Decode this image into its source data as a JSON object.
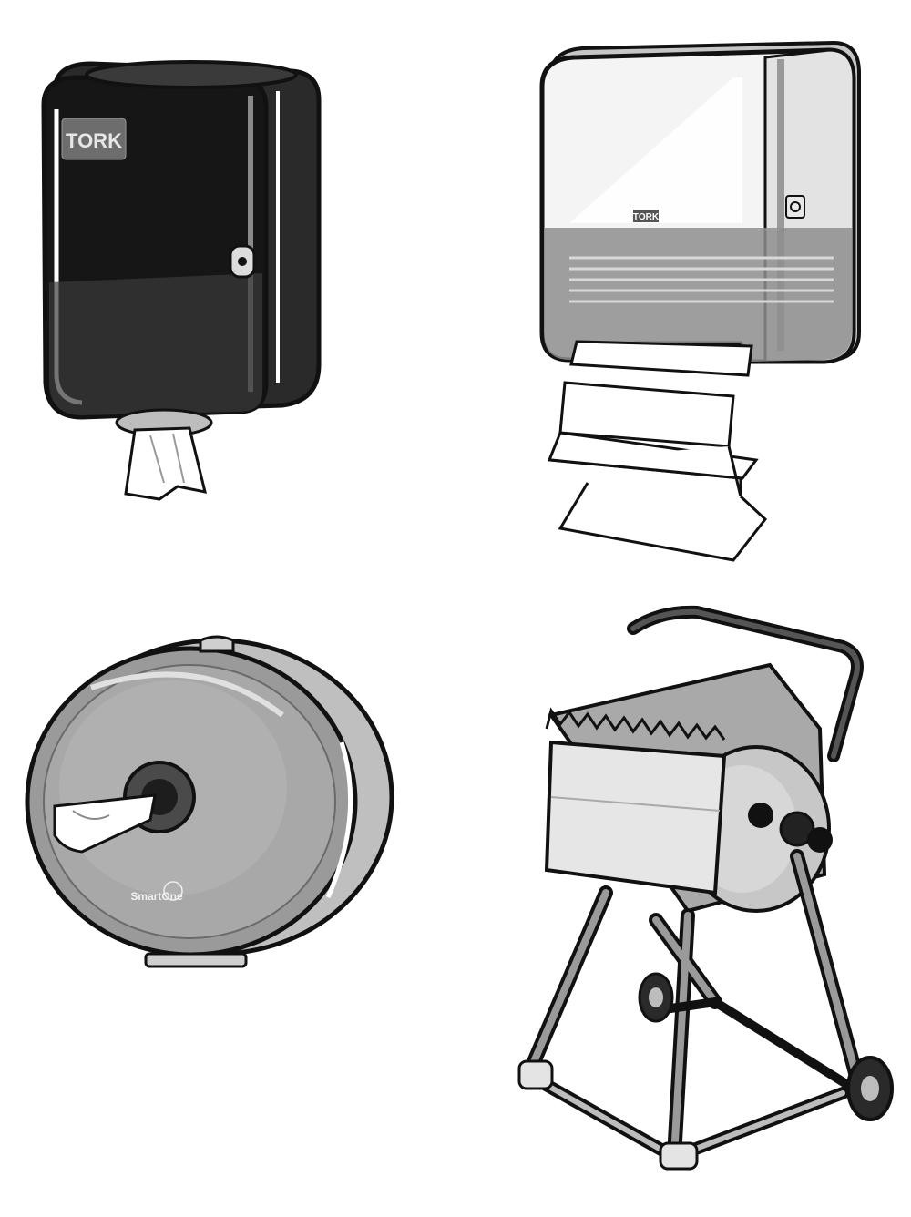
{
  "illustrations": [
    {
      "id": "centerfeed",
      "brand_text": "TORK"
    },
    {
      "id": "folded",
      "brand_text": "TORK"
    },
    {
      "id": "toilet",
      "brand_text": "SmartOne"
    },
    {
      "id": "stand",
      "brand_text": ""
    }
  ],
  "colors": {
    "outline": "#111111",
    "dark_body": "#1c1c1c",
    "mid_gray": "#8c8c8c",
    "light_gray": "#d6d6d6",
    "paper": "#ffffff"
  }
}
